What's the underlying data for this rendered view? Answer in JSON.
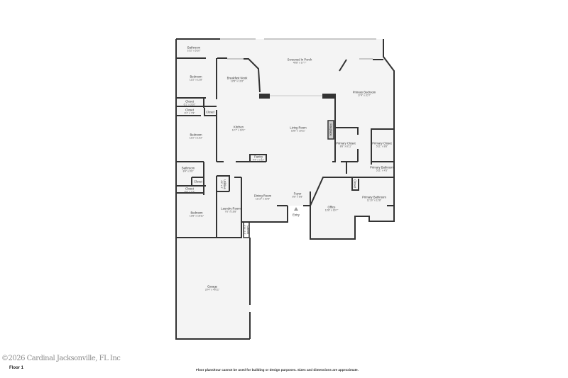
{
  "floor_label": "Floor 1",
  "copyright": "©2026 Cardinal Jacksonville, FL Inc",
  "disclaimer": "Floor plans/tour cannot be used for building or design purposes. Sizes and dimensions are approximate.",
  "colors": {
    "wall": "#333333",
    "floor": "#f4f4f4",
    "window": "#c8c8c8"
  },
  "rooms": [
    {
      "name": "Bathroom",
      "dims": "10'2\" x 5'10\""
    },
    {
      "name": "Bedroom",
      "dims": "12'2\" x 11'8\""
    },
    {
      "name": "Breakfast Nook",
      "dims": "12'8\" x 11'8\""
    },
    {
      "name": "Screened In Porch",
      "dims": "46'8\" x 17'7\""
    },
    {
      "name": "Primary Bedroom",
      "dims": "17'4\" x 20'7\""
    },
    {
      "name": "Closet",
      "dims": "6'1\" x 3'10\""
    },
    {
      "name": "Closet",
      "dims": "6'1\" x 7'8\""
    },
    {
      "name": "Closet",
      "dims": ""
    },
    {
      "name": "Kitchen",
      "dims": "14'7\" x 19'2\""
    },
    {
      "name": "Living Room",
      "dims": "18'8\" x 19'11\""
    },
    {
      "name": "Bedroom",
      "dims": "12'2\" x 13'2\""
    },
    {
      "name": "Pantry",
      "dims": "4'4\" x 1'11\""
    },
    {
      "name": "Fireplace",
      "dims": ""
    },
    {
      "name": "Primary Closet",
      "dims": "8'8\" x 8'11\""
    },
    {
      "name": "Primary Closet",
      "dims": "5'11\" x 8'8\""
    },
    {
      "name": "Primary Bathroom",
      "dims": "5'11\" x 4'5\""
    },
    {
      "name": "Bathroom",
      "dims": "8'4\" x 9'8\""
    },
    {
      "name": "Closet",
      "dims": ""
    },
    {
      "name": "Closet",
      "dims": "8'4\" x 2'3\""
    },
    {
      "name": "Utilities",
      "dims": "4'4\" x 3'"
    },
    {
      "name": "Dining Room",
      "dims": "11'10\" x 10'8\""
    },
    {
      "name": "Foyer",
      "dims": "8'8\" x 6'8\""
    },
    {
      "name": "Closet",
      "dims": ""
    },
    {
      "name": "Office",
      "dims": "13'8\" x 16'7\""
    },
    {
      "name": "Primary Bathroom",
      "dims": "11'10\" x 12'8\""
    },
    {
      "name": "Laundry Room",
      "dims": "7'6\" x 16'8\""
    },
    {
      "name": "Bedroom",
      "dims": "12'8\" x 16'11\""
    },
    {
      "name": "Closet",
      "dims": "2'11\" x 3'"
    },
    {
      "name": "Entry",
      "dims": ""
    },
    {
      "name": "Garage",
      "dims": "20'4\" x 40'11\""
    }
  ]
}
